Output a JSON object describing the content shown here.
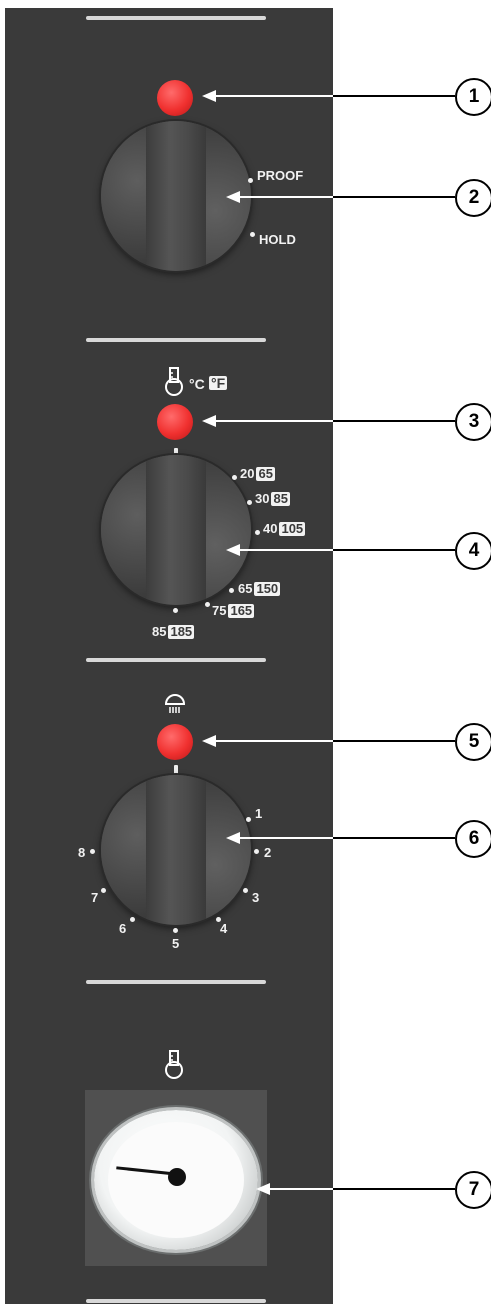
{
  "sections": [
    {
      "name": "proof-hold",
      "labels": [
        "PROOF",
        "HOLD"
      ]
    },
    {
      "name": "temperature",
      "units_c": "°C",
      "units_f": "°F",
      "scale": [
        {
          "c": "20",
          "f": "65"
        },
        {
          "c": "30",
          "f": "85"
        },
        {
          "c": "40",
          "f": "105"
        },
        {
          "c": "65",
          "f": "150"
        },
        {
          "c": "75",
          "f": "165"
        },
        {
          "c": "85",
          "f": "185"
        }
      ]
    },
    {
      "name": "humidity",
      "scale": [
        "1",
        "2",
        "3",
        "4",
        "5",
        "6",
        "7",
        "8"
      ]
    },
    {
      "name": "thermometer"
    }
  ],
  "callouts": [
    "1",
    "2",
    "3",
    "4",
    "5",
    "6",
    "7"
  ],
  "colors": {
    "panel": "#3a3a3a",
    "lamp": "#f0302f",
    "text": "#f2f2f2"
  },
  "icons": [
    "thermometer-icon",
    "steam-icon"
  ]
}
